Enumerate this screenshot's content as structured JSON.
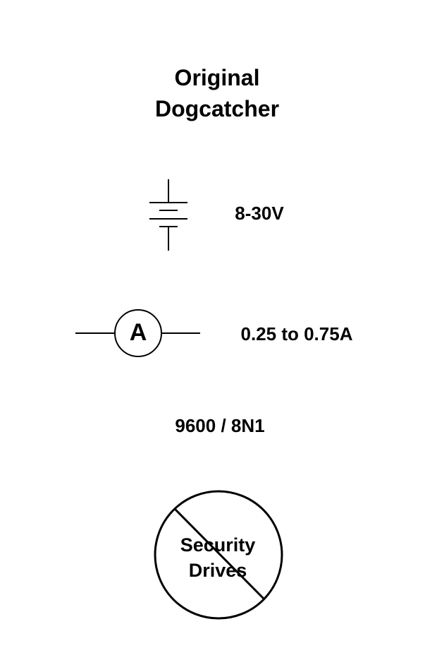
{
  "title": {
    "line1": "Original",
    "line2": "Dogcatcher"
  },
  "voltage": "8-30V",
  "ammeter": {
    "symbol": "A",
    "range": "0.25 to 0.75A"
  },
  "serial": "9600 / 8N1",
  "prohibited": {
    "line1": "Security",
    "line2": "Drives"
  }
}
